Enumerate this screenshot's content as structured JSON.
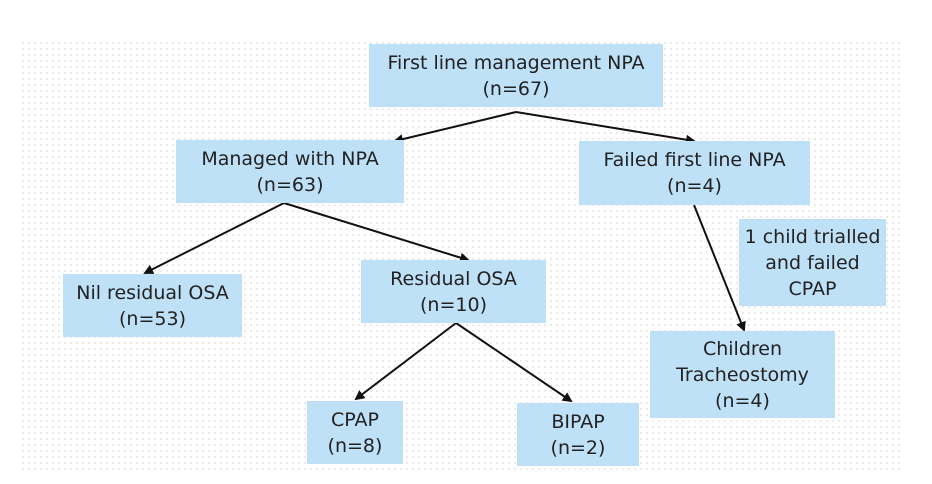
{
  "diagram": {
    "nodes": {
      "first_line": {
        "label": "First line management NPA",
        "count": "(n=67)"
      },
      "managed": {
        "label": "Managed with NPA",
        "count": "(n=63)"
      },
      "failed": {
        "label": "Failed first line NPA",
        "count": "(n=4)"
      },
      "nil_residual": {
        "label": "Nil residual OSA",
        "count": "(n=53)"
      },
      "residual": {
        "label": "Residual OSA",
        "count": "(n=10)"
      },
      "cpap": {
        "label": "CPAP",
        "count": "(n=8)"
      },
      "bipap": {
        "label": "BIPAP",
        "count": "(n=2)"
      },
      "tracheostomy": {
        "line1": "Children",
        "line2": "Tracheostomy",
        "count": "(n=4)"
      },
      "note": {
        "line1": "1 child trialled",
        "line2": "and failed",
        "line3": "CPAP"
      }
    },
    "edges": [
      {
        "from": "first_line",
        "to": "managed"
      },
      {
        "from": "first_line",
        "to": "failed"
      },
      {
        "from": "managed",
        "to": "nil_residual"
      },
      {
        "from": "managed",
        "to": "residual"
      },
      {
        "from": "residual",
        "to": "cpap"
      },
      {
        "from": "residual",
        "to": "bipap"
      },
      {
        "from": "failed",
        "to": "tracheostomy"
      }
    ]
  }
}
